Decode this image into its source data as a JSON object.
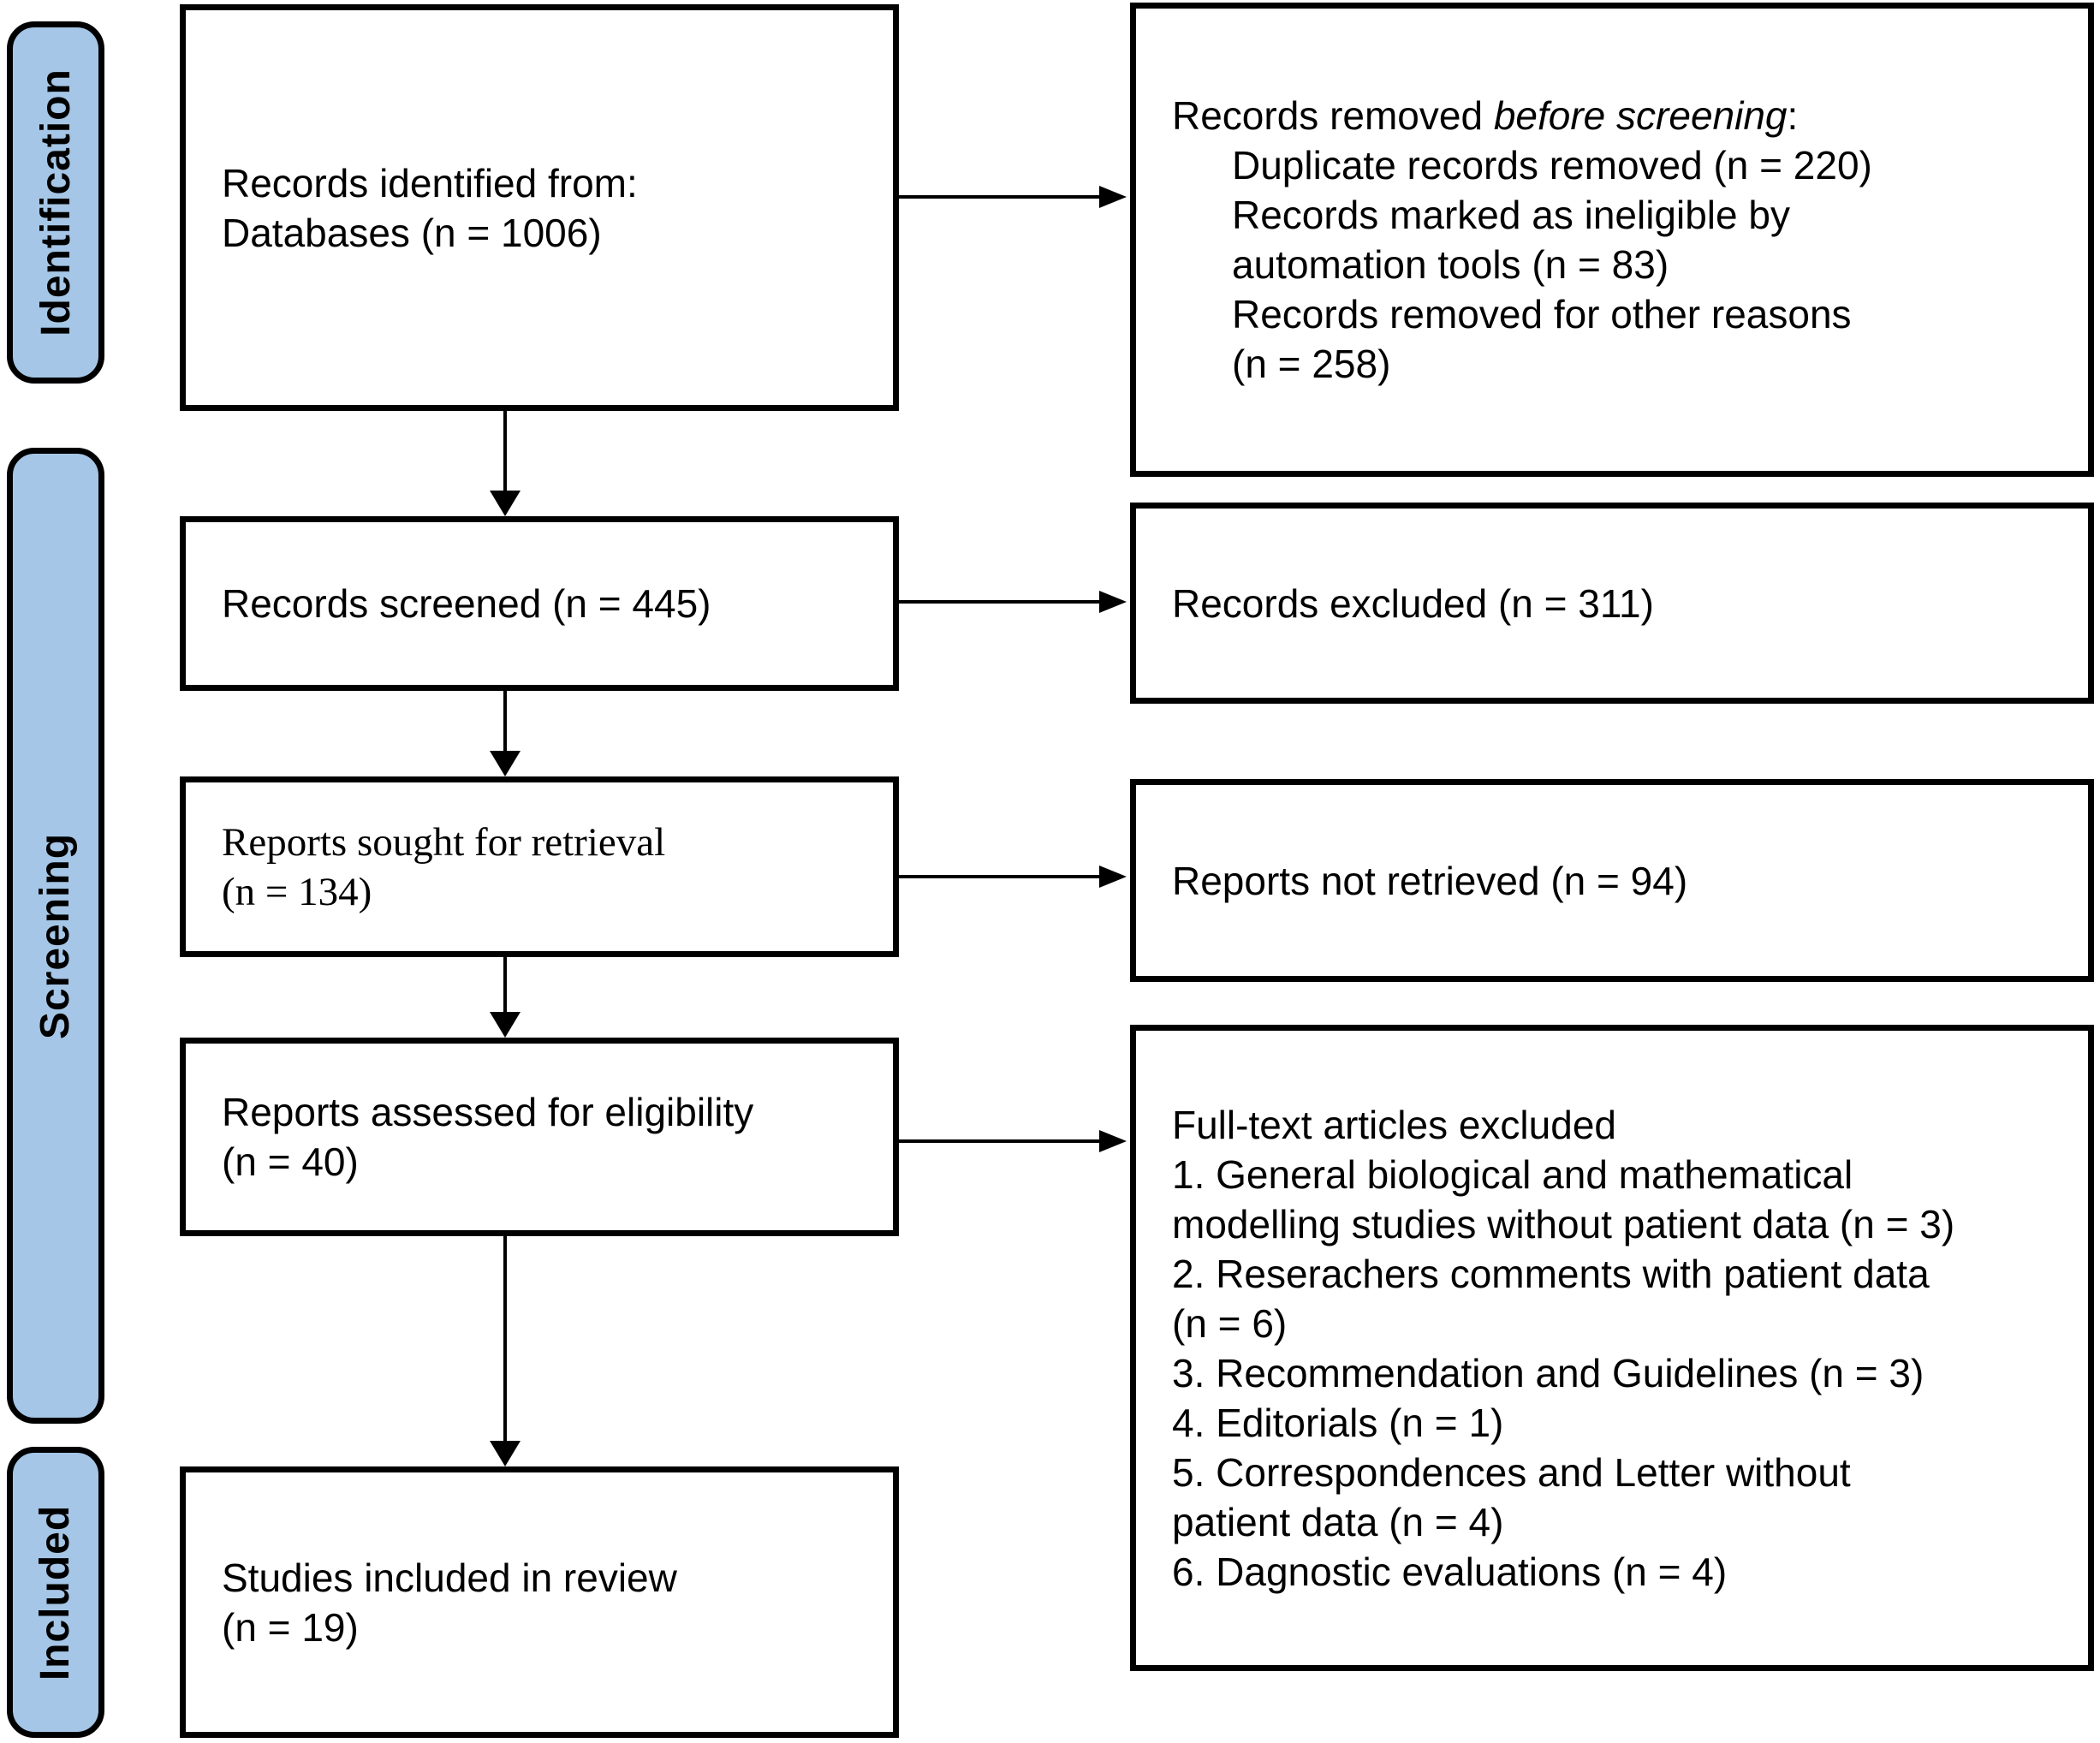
{
  "figure": {
    "type": "prisma-flow-diagram",
    "colors": {
      "stage_fill": "#A5C6E6",
      "line": "#000000",
      "background": "#FFFFFF"
    },
    "stages": [
      {
        "label": "Identification"
      },
      {
        "label": "Screening"
      },
      {
        "label": "Included"
      }
    ],
    "boxes": {
      "records_identified": {
        "text": "Records identified from:\nDatabases (n = 1006)"
      },
      "records_removed": {
        "prefix": "Records removed ",
        "emphasis": "before screening",
        "suffix": ":",
        "items": [
          "Duplicate records removed (n = 220)",
          "Records marked as ineligible by\nautomation tools (n = 83)",
          "Records removed for other reasons\n(n = 258)"
        ]
      },
      "records_screened": {
        "text": "Records screened (n = 445)"
      },
      "records_excluded": {
        "text": "Records excluded (n = 311)"
      },
      "reports_sought": {
        "text": "Reports sought for retrieval\n(n = 134)"
      },
      "reports_not_retrieved": {
        "text": "Reports not retrieved (n = 94)"
      },
      "reports_assessed": {
        "text": "Reports assessed for eligibility\n(n = 40)"
      },
      "fulltext_excluded": {
        "title": "Full-text articles excluded",
        "items": [
          "1. General biological and mathematical\nmodelling studies without patient data (n = 3)",
          "2. Reserachers comments with patient data\n(n = 6)",
          "3. Recommendation and Guidelines (n = 3)",
          "4. Editorials (n = 1)",
          "5. Correspondences and Letter without\npatient data (n = 4)",
          "6. Dagnostic evaluations (n = 4)"
        ]
      },
      "studies_included": {
        "text": "Studies included in review\n(n = 19)"
      }
    }
  }
}
